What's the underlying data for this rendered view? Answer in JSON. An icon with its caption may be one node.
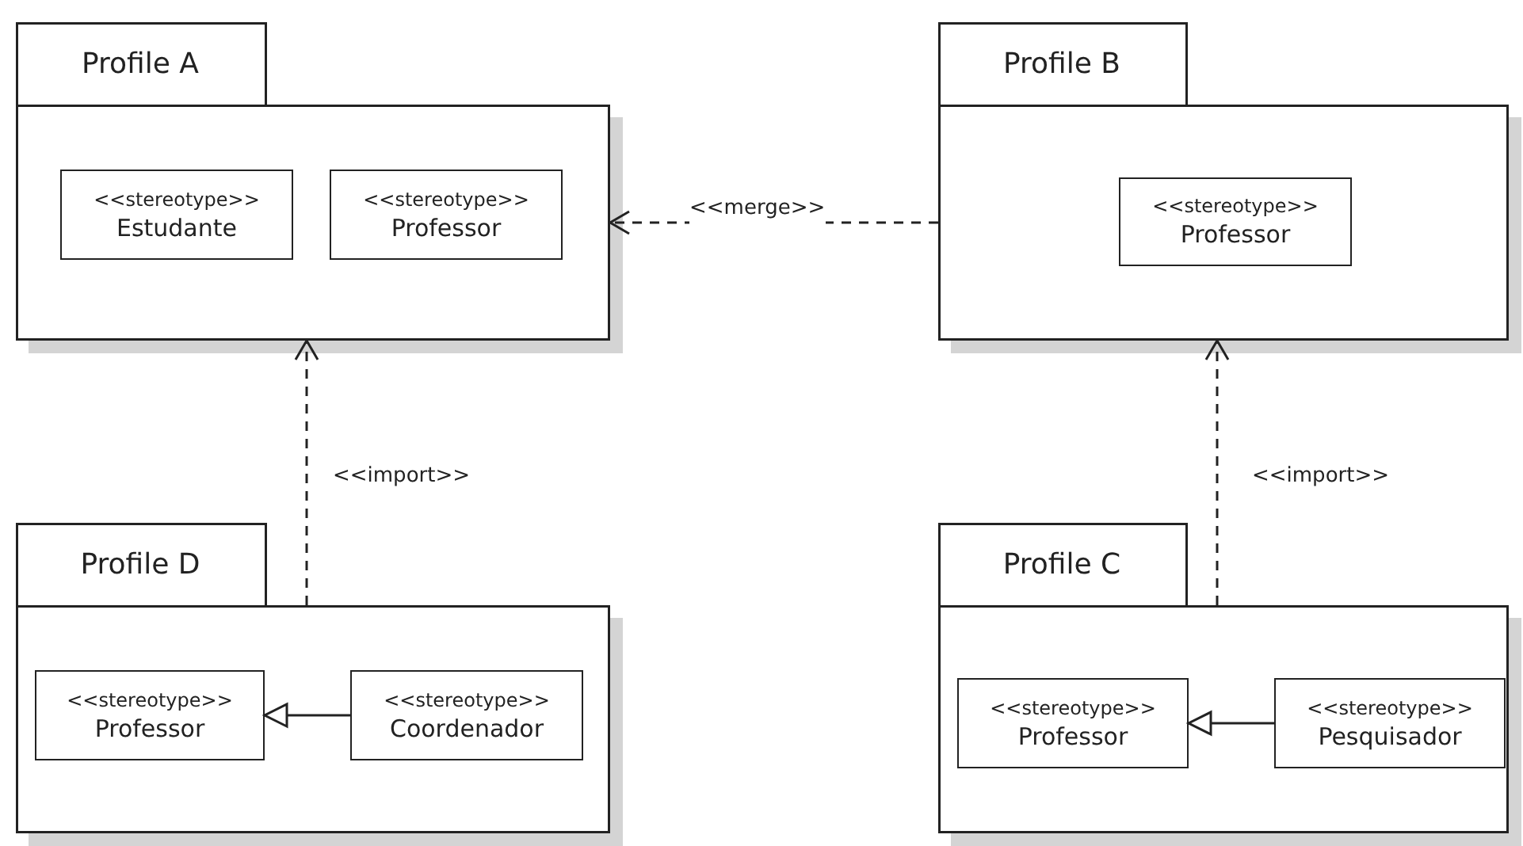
{
  "diagram": {
    "nodes": [
      {
        "text": [
          "Profile A"
        ]
      },
      {
        "text": [
          "<<stereotype>>",
          "Estudante"
        ],
        "in": 0
      },
      {
        "text": [
          "<<stereotype>>",
          "Professor"
        ],
        "in": 0
      },
      {
        "text": [
          "Profile B"
        ]
      },
      {
        "text": [
          "<<stereotype>>",
          "Professor"
        ],
        "in": 3
      },
      {
        "text": [
          "Profile D"
        ]
      },
      {
        "text": [
          "<<stereotype>>",
          "Professor"
        ],
        "in": 5
      },
      {
        "text": [
          "<<stereotype>>",
          "Coordenador"
        ],
        "in": 5
      },
      {
        "text": [
          "Profile C"
        ]
      },
      {
        "text": [
          "<<stereotype>>",
          "Professor"
        ],
        "in": 8
      },
      {
        "text": [
          "<<stereotype>>",
          "Pesquisador"
        ],
        "in": 8
      }
    ],
    "edges": [
      {
        "from": 3,
        "to": 0,
        "arrow": "to",
        "label": "<<merge>>",
        "style": "dashed"
      },
      {
        "from": 5,
        "to": 0,
        "arrow": "to",
        "label": "<<import>>",
        "style": "dashed"
      },
      {
        "from": 8,
        "to": 3,
        "arrow": "to",
        "label": "<<import>>",
        "style": "dashed"
      },
      {
        "from": 7,
        "to": 6,
        "arrow": "to"
      },
      {
        "from": 10,
        "to": 9,
        "arrow": "to"
      }
    ]
  }
}
